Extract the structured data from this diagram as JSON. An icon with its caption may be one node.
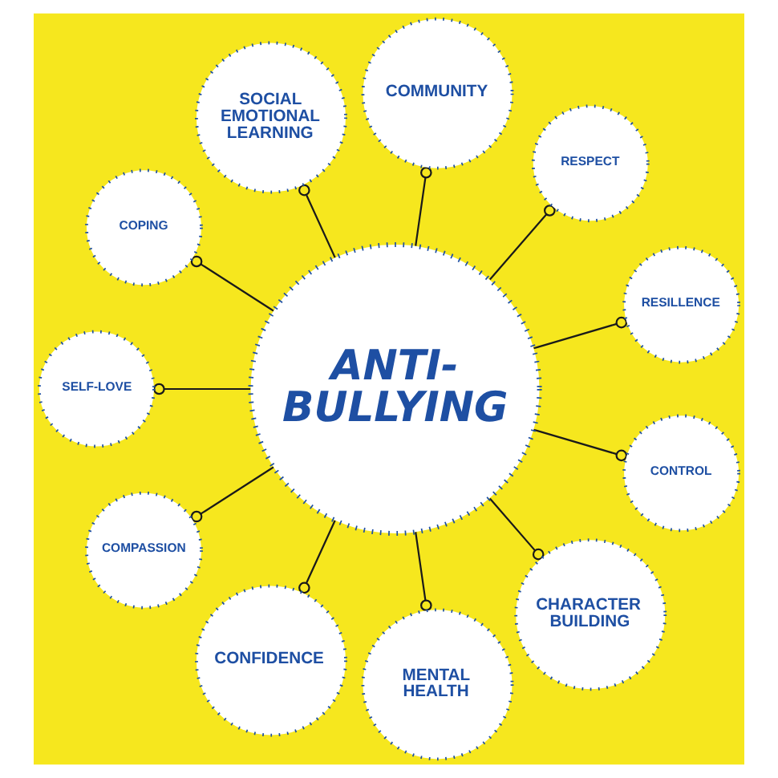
{
  "diagram": {
    "nodes": [
      {
        "text": [
          "SOCIAL EMOTIONAL LEARNING"
        ]
      },
      {
        "text": [
          "COMMUNITY"
        ]
      },
      {
        "text": [
          "COPING"
        ]
      },
      {
        "text": [
          "RESPECT"
        ]
      },
      {
        "text": [
          "SELF-LOVE"
        ]
      },
      {
        "text": [
          "ANTI-BULLYING"
        ]
      },
      {
        "text": [
          "RESILLENCE"
        ]
      },
      {
        "text": [
          "COMPASSION"
        ]
      },
      {
        "text": [
          "CONTROL"
        ]
      },
      {
        "text": [
          "CONFIDENCE"
        ]
      },
      {
        "text": [
          "CHARACTER BUILDING"
        ]
      },
      {
        "text": [
          "MENTAL HEALTH"
        ]
      }
    ],
    "edges": [
      {
        "from": 5,
        "to": 0,
        "arrow": "other"
      },
      {
        "from": 5,
        "to": 1,
        "arrow": "other"
      },
      {
        "from": 5,
        "to": 3,
        "arrow": "other"
      },
      {
        "from": 5,
        "to": 6,
        "arrow": "other"
      },
      {
        "from": 5,
        "to": 8,
        "arrow": "other"
      },
      {
        "from": 5,
        "to": 10,
        "arrow": "other"
      },
      {
        "from": 5,
        "to": 11,
        "arrow": "other"
      },
      {
        "from": 5,
        "to": 9,
        "arrow": "other"
      },
      {
        "from": 5,
        "to": 7,
        "arrow": "other"
      },
      {
        "from": 5,
        "to": 4,
        "arrow": "other"
      },
      {
        "from": 5,
        "to": 2,
        "arrow": "other"
      }
    ]
  }
}
